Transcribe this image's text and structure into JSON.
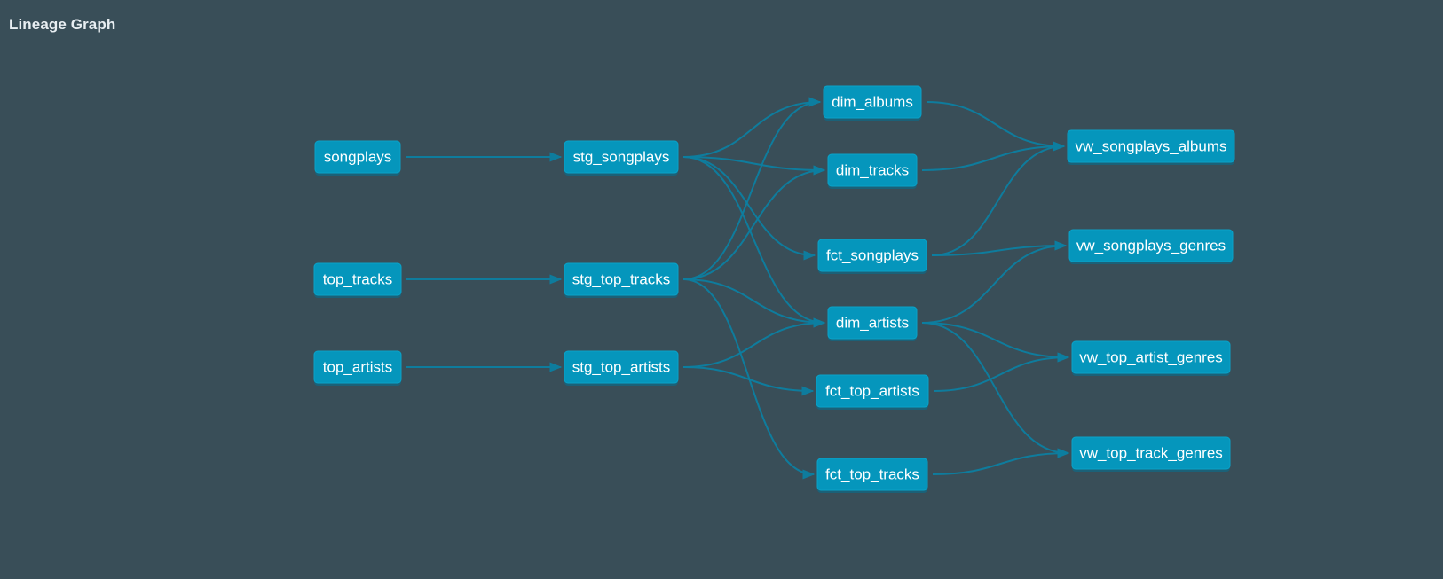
{
  "header": {
    "title": "Lineage Graph"
  },
  "graph": {
    "nodes": [
      {
        "id": "songplays",
        "label": "songplays"
      },
      {
        "id": "top_tracks",
        "label": "top_tracks"
      },
      {
        "id": "top_artists",
        "label": "top_artists"
      },
      {
        "id": "stg_songplays",
        "label": "stg_songplays"
      },
      {
        "id": "stg_top_tracks",
        "label": "stg_top_tracks"
      },
      {
        "id": "stg_top_artists",
        "label": "stg_top_artists"
      },
      {
        "id": "dim_albums",
        "label": "dim_albums"
      },
      {
        "id": "dim_tracks",
        "label": "dim_tracks"
      },
      {
        "id": "fct_songplays",
        "label": "fct_songplays"
      },
      {
        "id": "dim_artists",
        "label": "dim_artists"
      },
      {
        "id": "fct_top_artists",
        "label": "fct_top_artists"
      },
      {
        "id": "fct_top_tracks",
        "label": "fct_top_tracks"
      },
      {
        "id": "vw_songplays_albums",
        "label": "vw_songplays_albums"
      },
      {
        "id": "vw_songplays_genres",
        "label": "vw_songplays_genres"
      },
      {
        "id": "vw_top_artist_genres",
        "label": "vw_top_artist_genres"
      },
      {
        "id": "vw_top_track_genres",
        "label": "vw_top_track_genres"
      }
    ],
    "edges": [
      [
        "songplays",
        "stg_songplays"
      ],
      [
        "top_tracks",
        "stg_top_tracks"
      ],
      [
        "top_artists",
        "stg_top_artists"
      ],
      [
        "stg_songplays",
        "dim_albums"
      ],
      [
        "stg_songplays",
        "dim_tracks"
      ],
      [
        "stg_songplays",
        "fct_songplays"
      ],
      [
        "stg_songplays",
        "dim_artists"
      ],
      [
        "stg_top_tracks",
        "dim_albums"
      ],
      [
        "stg_top_tracks",
        "dim_tracks"
      ],
      [
        "stg_top_tracks",
        "dim_artists"
      ],
      [
        "stg_top_tracks",
        "fct_top_tracks"
      ],
      [
        "stg_top_artists",
        "dim_artists"
      ],
      [
        "stg_top_artists",
        "fct_top_artists"
      ],
      [
        "dim_albums",
        "vw_songplays_albums"
      ],
      [
        "dim_tracks",
        "vw_songplays_albums"
      ],
      [
        "fct_songplays",
        "vw_songplays_albums"
      ],
      [
        "fct_songplays",
        "vw_songplays_genres"
      ],
      [
        "dim_artists",
        "vw_songplays_genres"
      ],
      [
        "dim_artists",
        "vw_top_artist_genres"
      ],
      [
        "dim_artists",
        "vw_top_track_genres"
      ],
      [
        "fct_top_artists",
        "vw_top_artist_genres"
      ],
      [
        "fct_top_tracks",
        "vw_top_track_genres"
      ]
    ]
  }
}
